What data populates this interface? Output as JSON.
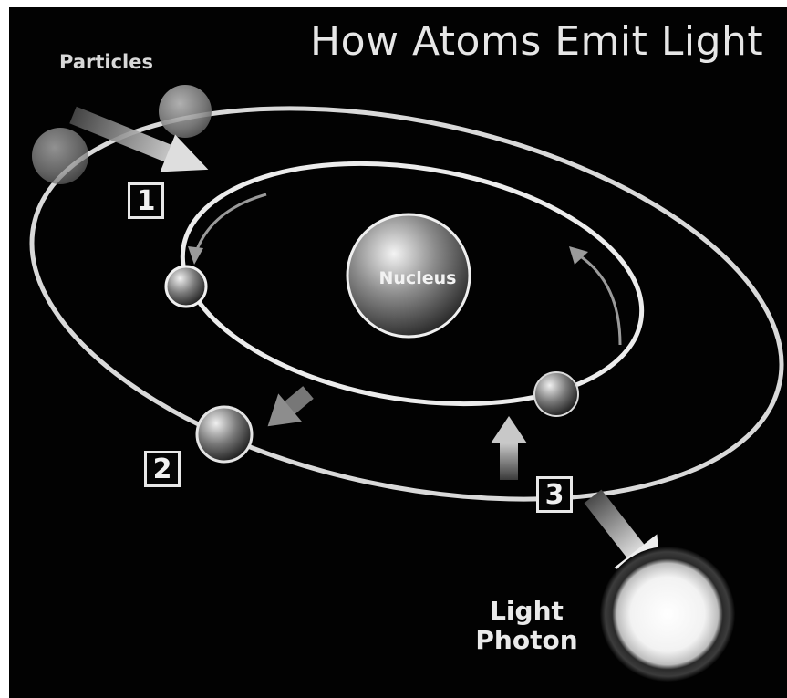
{
  "title": "How Atoms Emit Light",
  "labels": {
    "particles": "Particles",
    "nucleus": "Nucleus",
    "photon_line1": "Light",
    "photon_line2": "Photon"
  },
  "steps": [
    "1",
    "2",
    "3"
  ],
  "colors": {
    "background": "#020202",
    "orbit": "#e6e6e6",
    "text": "#e8e8e8"
  }
}
